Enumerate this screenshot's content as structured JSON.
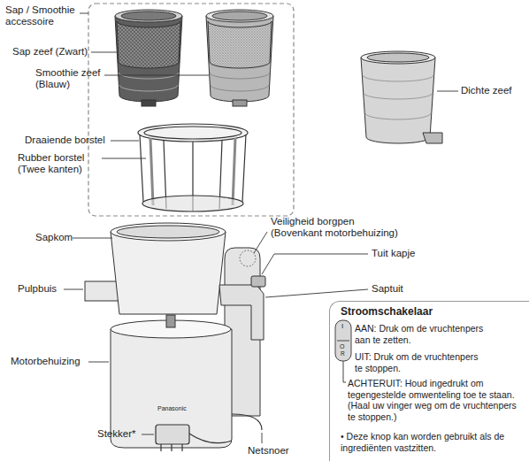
{
  "diagram": {
    "nodes": [
      {
        "text": [
          "Stroomschakelaar",
          "AAN: Druk om de vruchtenpers aan te zetten.",
          "UIT: Druk om de vruchtenpers te stoppen.",
          "ACHTERUIT: Houd ingedrukt om tegengestelde omwenteling toe te staan. (Haal uw vinger weg om de vruchtenpers te stoppen.)",
          "• Deze knop kan worden gebruikt als de ingrediënten vastzitten."
        ]
      }
    ],
    "labels": [
      "Sap / Smoothie accessoire",
      "Sap zeef (Zwart)",
      "Smoothie zeef (Blauw)",
      "Draaiende borstel",
      "Rubber borstel (Twee kanten)",
      "Dichte zeef",
      "Sapkom",
      "Veiligheid borgpen (Bovenkant motorbehuizing)",
      "Tuit kapje",
      "Pulpbuis",
      "Saptuit",
      "Motorbehuizing",
      "Stekker*",
      "Netsnoer",
      "Panasonic",
      "I",
      "O",
      "R"
    ]
  }
}
